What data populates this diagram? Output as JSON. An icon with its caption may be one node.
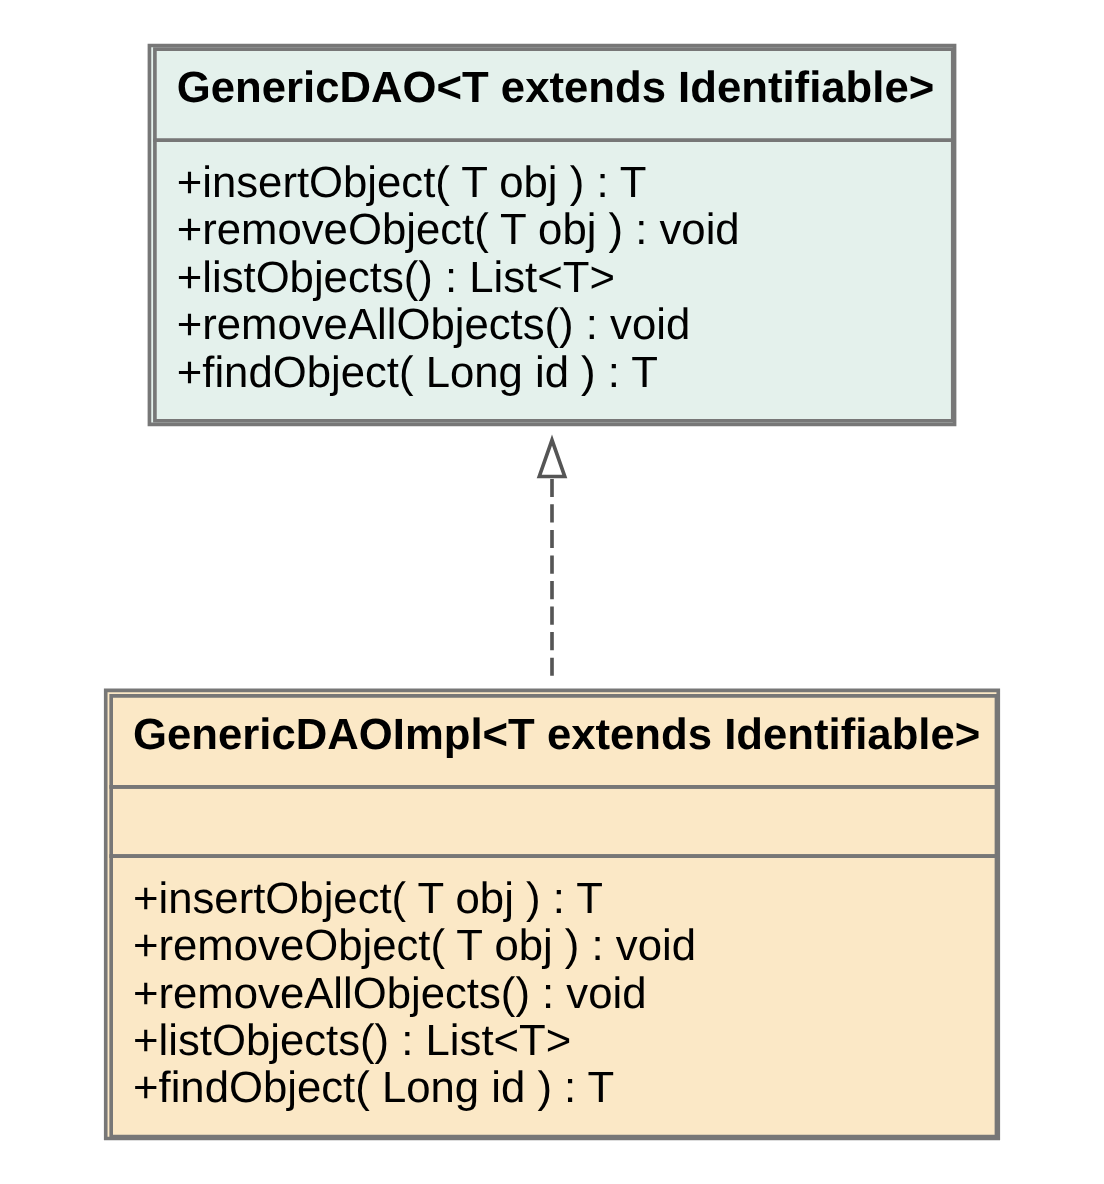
{
  "diagram": {
    "nodes": [
      {
        "text": [
          "GenericDAO<T extends Identifiable>",
          "+insertObject( T obj ) : T",
          "+removeObject( T obj ) : void",
          "+listObjects() : List<T>",
          "+removeAllObjects() : void",
          "+findObject( Long id ) : T"
        ]
      },
      {
        "text": [
          "GenericDAOImpl<T extends Identifiable>",
          "+insertObject( T obj ) : T",
          "+removeObject( T obj ) : void",
          "+removeAllObjects() : void",
          "+listObjects() : List<T>",
          "+findObject( Long id ) : T"
        ]
      }
    ],
    "edges": [
      {
        "from": 1,
        "to": 0,
        "arrow": "to",
        "style": "dashed"
      }
    ]
  }
}
